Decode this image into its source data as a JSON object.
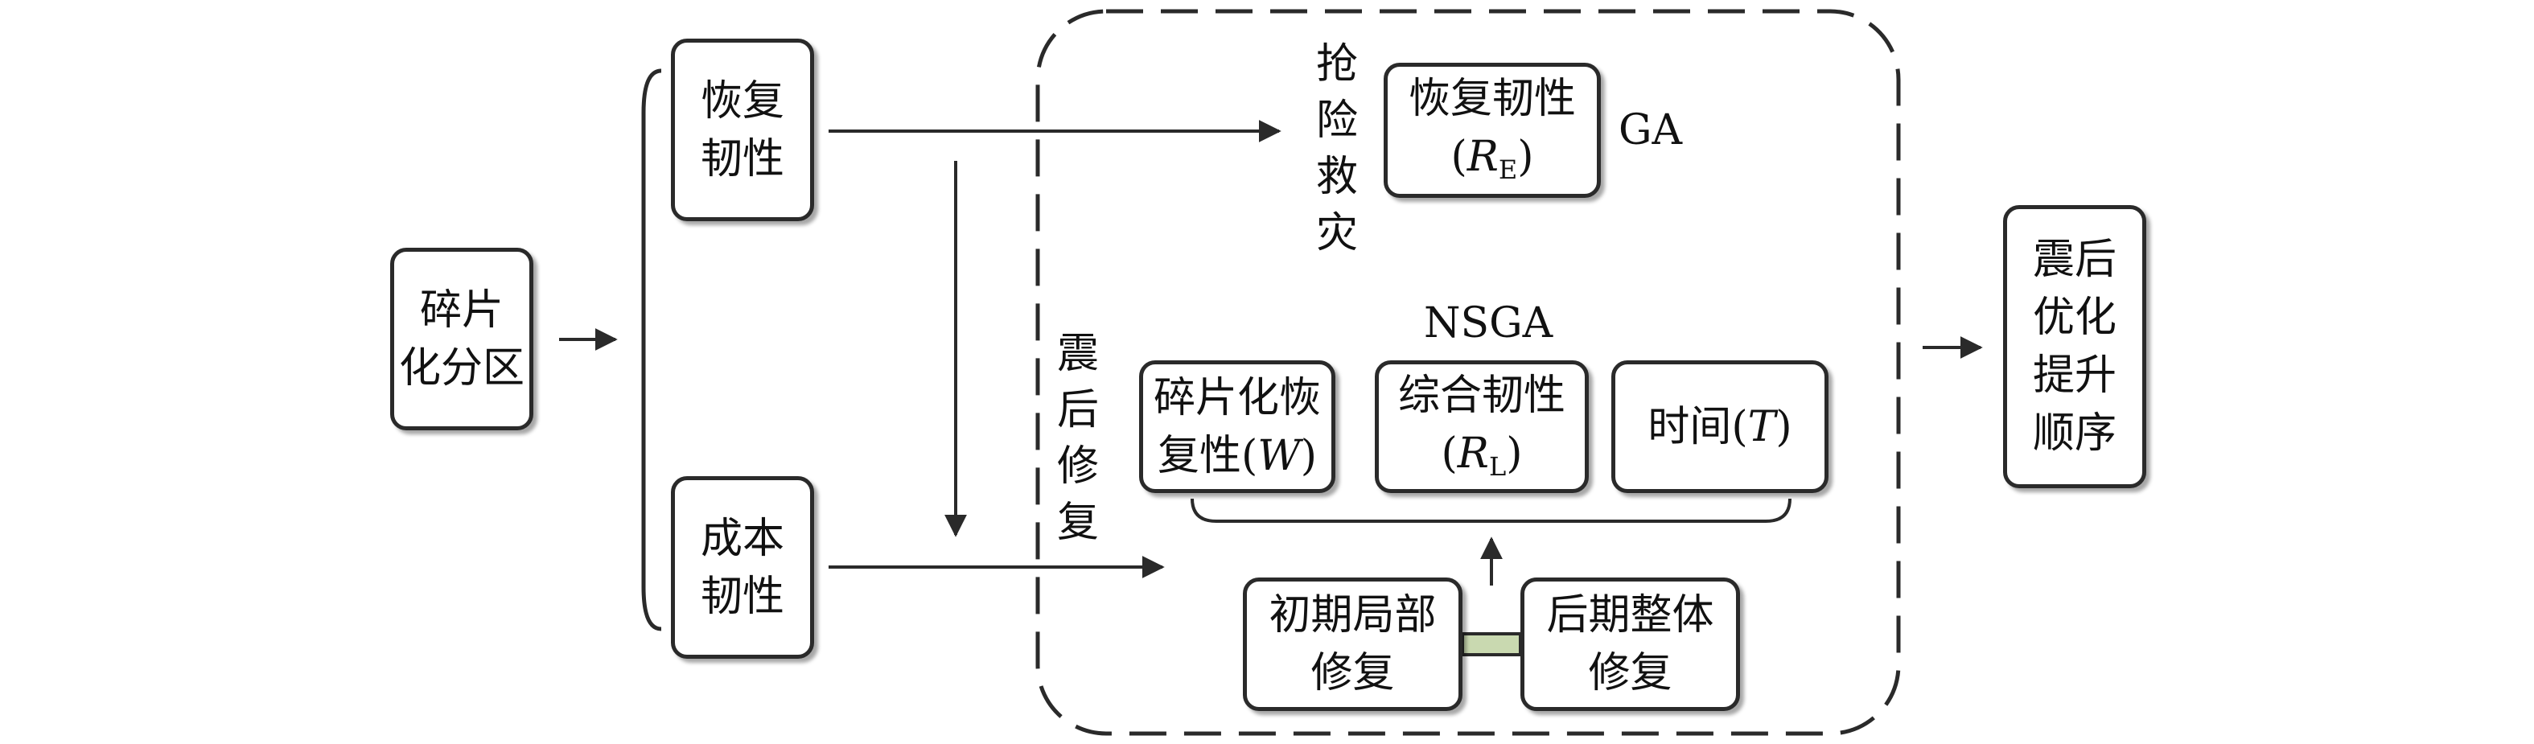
{
  "nodes": {
    "fragment_partition": {
      "lines": [
        "碎片",
        "化分区"
      ]
    },
    "recovery_resilience": {
      "lines": [
        "恢复",
        "韧性"
      ]
    },
    "cost_resilience": {
      "lines": [
        "成本",
        "韧性"
      ]
    },
    "recovery_resilience_re": {
      "line1": "恢复韧性",
      "paren_open": "(",
      "var": "R",
      "sub": "E",
      "paren_close": ")"
    },
    "fragment_recovery_w": {
      "line1": "碎片化恢",
      "line2_prefix": "复性(",
      "var": "W",
      "line2_suffix": ")"
    },
    "composite_resilience_rl": {
      "line1": "综合韧性",
      "paren_open": "(",
      "var": "R",
      "sub": "L",
      "paren_close": ")"
    },
    "time_t": {
      "prefix": "时间(",
      "var": "T",
      "suffix": ")"
    },
    "initial_local_repair": {
      "lines": [
        "初期局部",
        "修复"
      ]
    },
    "later_overall_repair": {
      "lines": [
        "后期整体",
        "修复"
      ]
    },
    "post_quake_order": {
      "lines": [
        "震后",
        "优化",
        "提升",
        "顺序"
      ]
    }
  },
  "labels": {
    "ga": "GA",
    "nsga": "NSGA",
    "emergency_rescue": [
      "抢",
      "险",
      "救",
      "灾"
    ],
    "post_quake_repair": [
      "震",
      "后",
      "修",
      "复"
    ]
  },
  "colors": {
    "stroke": "#2a2a2a",
    "link_fill": "#c9d9b0"
  }
}
